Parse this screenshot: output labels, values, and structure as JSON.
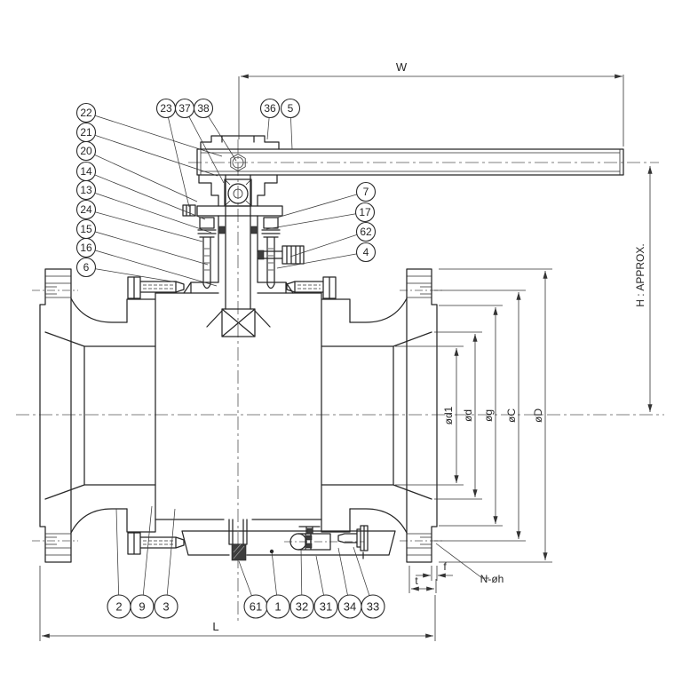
{
  "meta": {
    "drawing_type": "ball valve sectional assembly drawing",
    "background_color": "#ffffff",
    "line_color": "#262626"
  },
  "dimensions": {
    "width_top": "W",
    "height_right": "H : APPROX.",
    "bore_d1": "ød1",
    "bore_d": "ød",
    "gasket_face": "øg",
    "bolt_circle": "øC",
    "flange_od": "øD",
    "length_bottom": "L",
    "flange_thickness": "t",
    "raised_face_height": "f",
    "bolt_holes": "N-øh"
  },
  "balloons": [
    {
      "label": "22"
    },
    {
      "label": "21"
    },
    {
      "label": "20"
    },
    {
      "label": "14"
    },
    {
      "label": "13"
    },
    {
      "label": "24"
    },
    {
      "label": "15"
    },
    {
      "label": "16"
    },
    {
      "label": "6"
    },
    {
      "label": "23"
    },
    {
      "label": "37"
    },
    {
      "label": "38"
    },
    {
      "label": "36"
    },
    {
      "label": "5"
    },
    {
      "label": "7"
    },
    {
      "label": "17"
    },
    {
      "label": "62"
    },
    {
      "label": "4"
    },
    {
      "label": "2"
    },
    {
      "label": "9"
    },
    {
      "label": "3"
    },
    {
      "label": "61"
    },
    {
      "label": "1"
    },
    {
      "label": "32"
    },
    {
      "label": "31"
    },
    {
      "label": "34"
    },
    {
      "label": "33"
    }
  ]
}
